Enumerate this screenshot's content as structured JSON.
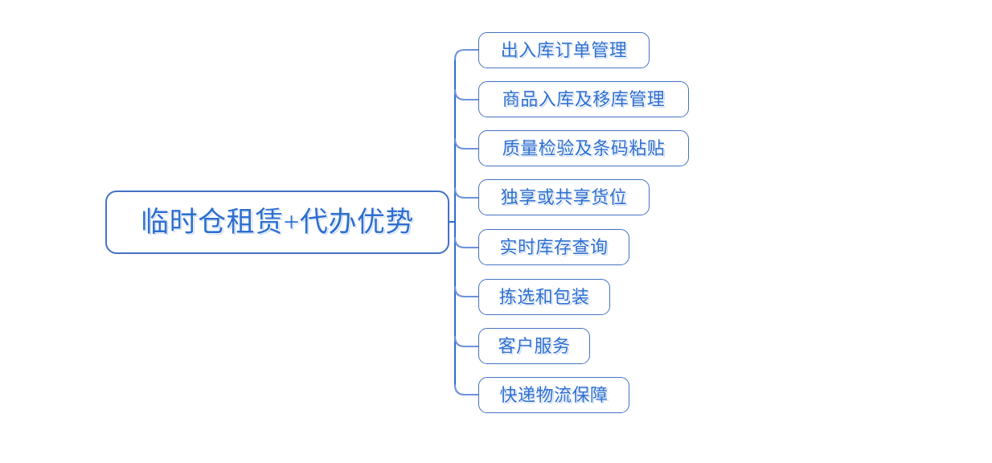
{
  "diagram": {
    "type": "mindmap",
    "orientation": "left-to-right",
    "background_color": "#FFFFFF",
    "accent_color": "#4472C4",
    "text_color": "#2E6FD0",
    "root": {
      "label": "临时仓租赁+代办优势"
    },
    "branches": [
      {
        "label": "出入库订单管理"
      },
      {
        "label": "商品入库及移库管理"
      },
      {
        "label": "质量检验及条码粘贴"
      },
      {
        "label": "独享或共享货位"
      },
      {
        "label": "实时库存查询"
      },
      {
        "label": "拣选和包装"
      },
      {
        "label": "客户服务"
      },
      {
        "label": "快递物流保障"
      }
    ]
  }
}
